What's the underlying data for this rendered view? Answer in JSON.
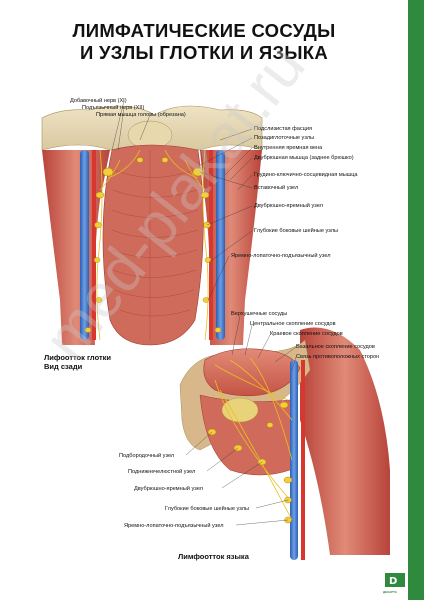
{
  "title": {
    "line1": "ЛИМФАТИЧЕСКИЕ СОСУДЫ",
    "line2": "И УЗЛЫ ГЛОТКИ И ЯЗЫКА"
  },
  "top_figure": {
    "caption_line1": "Лифоотток глотки",
    "caption_line2": "Вид сзади",
    "labels_left": [
      "Добавочный нерв (XI)",
      "Подъязычный нерв (XII)",
      "Прямая мышца головы (обрезана)"
    ],
    "labels_right": [
      "Подслизистая фасция",
      "Позадиглоточные узлы",
      "Внутренняя яремная вена",
      "Двубрюшная мышца (заднее брюшко)",
      "Грудино-ключично-сосцевидная мышца",
      "Вставочный узел",
      "Двубрюшно-яремный узел",
      "Глубокие боковые шейные узлы",
      "Яремно-лопаточно-подъязычный узел"
    ]
  },
  "bottom_figure": {
    "caption": "Лимфоотток языка",
    "labels_top": [
      "Верхушечные сосуды",
      "Центральное скопление сосудов",
      "Краевое скопление сосудов",
      "Базальное скопление сосудов",
      "Связь противоположных сторон"
    ],
    "labels_left": [
      "Подбородочный узел",
      "Поднижнечелюстной узел",
      "Двубрюшно-яремный узел",
      "Глубокие боковые шейные узлы",
      "Яремно-лопаточно-подъязычный узел"
    ]
  },
  "watermark": "med-plakat.ru",
  "logo_text": "ДЕКАРТА"
}
